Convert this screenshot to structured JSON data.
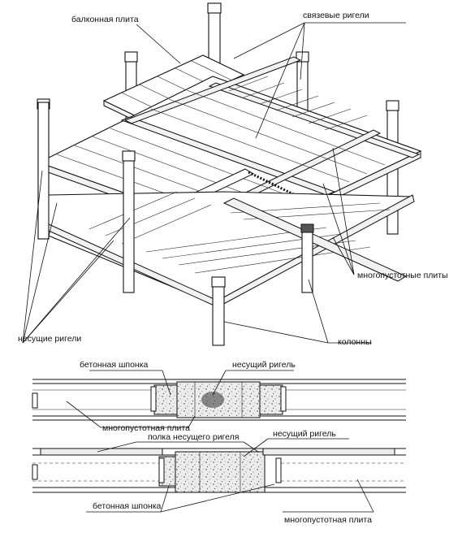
{
  "top_labels": {
    "balcony_slab": "балконная плита",
    "tie_beams": "связевые ригели",
    "hollow_slabs": "многопустотные плиты",
    "bearing_beams": "несущие ригели",
    "columns": "колонны"
  },
  "section_1": {
    "concrete_key": "бетонная шпонка",
    "bearing_beam": "несущий ригель",
    "hollow_slab": "многопустотная плита"
  },
  "section_2": {
    "beam_shelf": "полка несущего ригеля",
    "bearing_beam": "несущий ригель",
    "concrete_key": "бетонная шпонка",
    "hollow_slab": "многопустотная плита"
  }
}
